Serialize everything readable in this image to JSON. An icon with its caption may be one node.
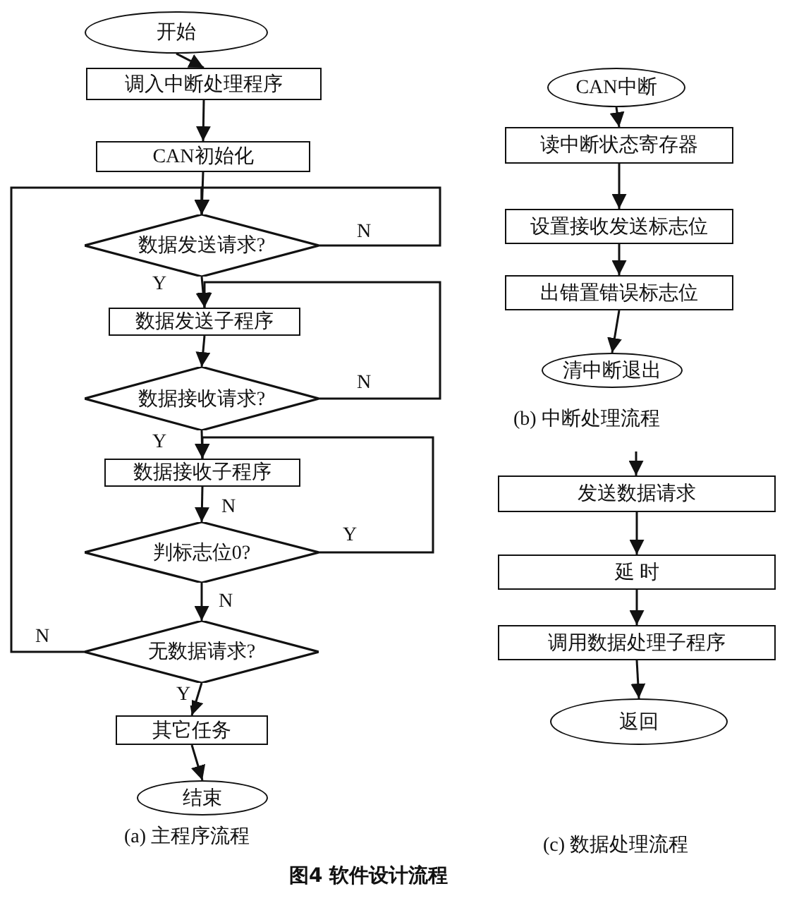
{
  "diagram": {
    "caption": "图4 软件设计流程",
    "nodes": [
      {
        "text": [
          "开始"
        ]
      },
      {
        "text": [
          "调入中断处理程序"
        ]
      },
      {
        "text": [
          "CAN初始化"
        ]
      },
      {
        "text": [
          "数据发送请求?"
        ]
      },
      {
        "text": [
          "数据发送子程序"
        ]
      },
      {
        "text": [
          "数据接收请求?"
        ]
      },
      {
        "text": [
          "数据接收子程序"
        ]
      },
      {
        "text": [
          "判标志位0?"
        ]
      },
      {
        "text": [
          "无数据请求?"
        ]
      },
      {
        "text": [
          "其它任务"
        ]
      },
      {
        "text": [
          "结束"
        ]
      },
      {
        "text": [
          "CAN中断"
        ]
      },
      {
        "text": [
          "读中断状态寄存器"
        ]
      },
      {
        "text": [
          "设置接收发送标志位"
        ]
      },
      {
        "text": [
          "出错置错误标志位"
        ]
      },
      {
        "text": [
          "清中断退出"
        ]
      },
      {
        "text": [
          "发送数据请求"
        ]
      },
      {
        "text": [
          "延 时"
        ]
      },
      {
        "text": [
          "调用数据处理子程序"
        ]
      },
      {
        "text": [
          "返回"
        ]
      }
    ],
    "edges": [
      {
        "from": 0,
        "to": 1,
        "arrow": "to"
      },
      {
        "from": 1,
        "to": 2,
        "arrow": "to"
      },
      {
        "from": 2,
        "to": 3,
        "arrow": "to"
      },
      {
        "from": 3,
        "to": 4,
        "label": "Y",
        "arrow": "to"
      },
      {
        "from": 3,
        "to": 3,
        "label": "N",
        "arrow": "to"
      },
      {
        "from": 4,
        "to": 5,
        "arrow": "to"
      },
      {
        "from": 5,
        "to": 4,
        "label": "N",
        "arrow": "to"
      },
      {
        "from": 5,
        "to": 6,
        "label": "Y",
        "arrow": "to"
      },
      {
        "from": 6,
        "to": 7,
        "label": "N",
        "arrow": "to"
      },
      {
        "from": 7,
        "to": 6,
        "label": "Y",
        "arrow": "to"
      },
      {
        "from": 7,
        "to": 8,
        "label": "N",
        "arrow": "to"
      },
      {
        "from": 8,
        "to": 3,
        "label": "N",
        "arrow": "to"
      },
      {
        "from": 8,
        "to": 9,
        "label": "Y",
        "arrow": "to"
      },
      {
        "from": 9,
        "to": 10,
        "arrow": "to"
      },
      {
        "from": 11,
        "to": 12,
        "arrow": "to"
      },
      {
        "from": 12,
        "to": 13,
        "arrow": "to"
      },
      {
        "from": 13,
        "to": 14,
        "arrow": "to"
      },
      {
        "from": 14,
        "to": 15,
        "arrow": "to"
      },
      {
        "from": null,
        "to": 16,
        "arrow": "to"
      },
      {
        "from": 16,
        "to": 17,
        "arrow": "to"
      },
      {
        "from": 17,
        "to": 18,
        "arrow": "to"
      },
      {
        "from": 18,
        "to": 19,
        "arrow": "to"
      }
    ],
    "labels": [
      "(b) 中断处理流程",
      "(a) 主程序流程",
      "(c) 数据处理流程"
    ]
  }
}
